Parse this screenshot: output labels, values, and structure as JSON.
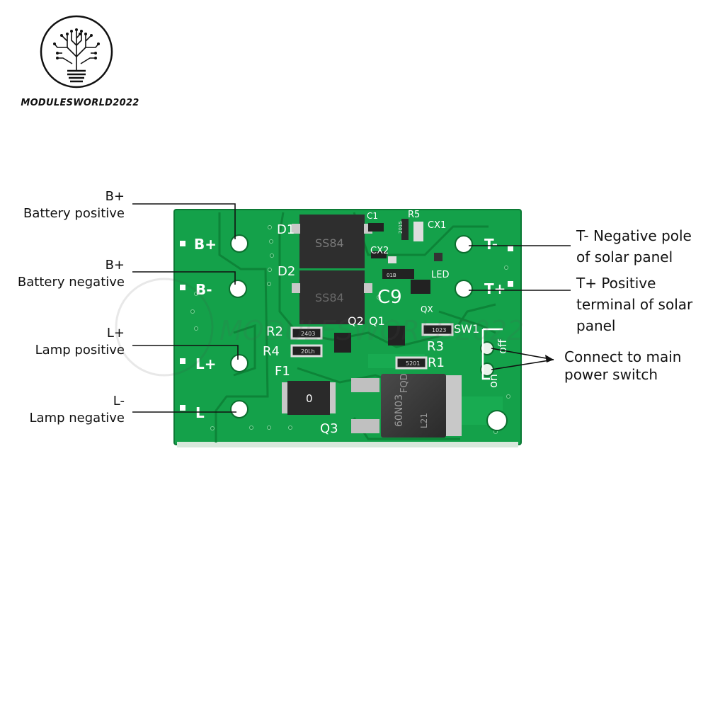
{
  "brand": {
    "name": "MODULESWORLD2022",
    "watermark": "MODULESWORLD2022"
  },
  "left_labels": [
    {
      "pin": "B+",
      "line1": "B+",
      "line2": "Battery positive"
    },
    {
      "pin": "B-",
      "line1": "B+",
      "line2": "Battery negative"
    },
    {
      "pin": "L+",
      "line1": "L+",
      "line2": "Lamp positive"
    },
    {
      "pin": "L-",
      "line1": "L-",
      "line2": "Lamp negative"
    }
  ],
  "right_labels": {
    "t_minus": {
      "line1": "T- Negative pole",
      "line2": "of solar panel"
    },
    "t_plus": {
      "line1": "T+ Positive",
      "line2": "terminal of solar",
      "line3": "panel"
    },
    "switch": {
      "line1": "Connect to main",
      "line2": "power switch"
    }
  },
  "silkscreen": {
    "pads_left": [
      "B+",
      "B-",
      "L+",
      "L"
    ],
    "pads_right": [
      "T-",
      "T+"
    ],
    "components": {
      "d1": "D1",
      "d2": "D2",
      "c1": "C1",
      "r5": "R5",
      "cx1": "CX1",
      "cx2": "CX2",
      "led": "LED",
      "c9": "C9",
      "qx": "QX",
      "q2": "Q2",
      "q1": "Q1",
      "r2": "R2",
      "r4": "R4",
      "r3": "R3",
      "r1": "R1",
      "sw1": "SW1",
      "f1": "F1",
      "q3": "Q3",
      "sw_on": "on",
      "sw_off": "off"
    },
    "chip_marks": {
      "d1": "SS84",
      "d2": "SS84",
      "fuse": "0",
      "mosfet_line1": "FQD",
      "mosfet_line2": "60N03",
      "mosfet_code": "L21",
      "r2": "2403",
      "r4": "20Lh",
      "r3": "1023",
      "r1": "5201",
      "r5": "2015",
      "cx": "01B"
    }
  }
}
